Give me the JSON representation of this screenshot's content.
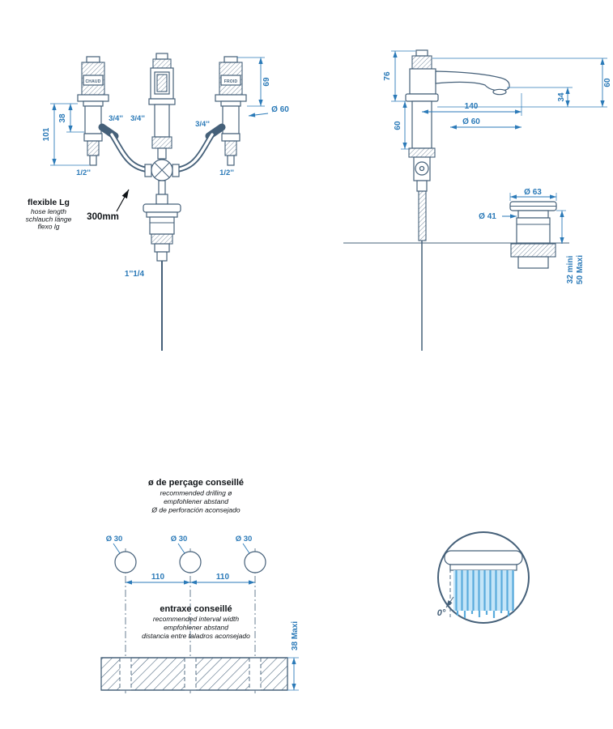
{
  "colors": {
    "line": "#456079",
    "dim": "#2b7ab8",
    "ink": "#101418",
    "water_bg": "#c4e5f8",
    "water_line": "#5aabdc"
  },
  "front": {
    "hot": "CHAUD",
    "cold": "FROID",
    "h69": "69",
    "d60": "Ø 60",
    "h38": "38",
    "h101": "101",
    "q34": "3/4''",
    "q12": "1/2''",
    "flex_title": "flexible Lg",
    "flex_en": "hose length",
    "flex_de": "schlauch länge",
    "flex_es": "flexo lg",
    "flex_val": "300mm",
    "drain": "1''1/4"
  },
  "side": {
    "h76": "76",
    "h60_left": "60",
    "w140": "140",
    "d60": "Ø 60",
    "h34": "34",
    "h60_right": "60",
    "d63": "Ø 63",
    "d41": "Ø 41",
    "t32": "32 mini",
    "t50": "50 Maxi"
  },
  "drill": {
    "title": "ø de perçage conseillé",
    "sub_en": "recommended drilling ø",
    "sub_de": "empfohlener abstand",
    "sub_es": "Ø de perforación aconsejado",
    "d30": "Ø 30",
    "w110": "110",
    "title2": "entraxe conseillé",
    "sub2_en": "recommended interval width",
    "sub2_de": "empfohlener abstand",
    "sub2_es": "distancia entre taladros aconsejado",
    "t38": "38 Maxi"
  },
  "detail": {
    "angle": "0°"
  }
}
